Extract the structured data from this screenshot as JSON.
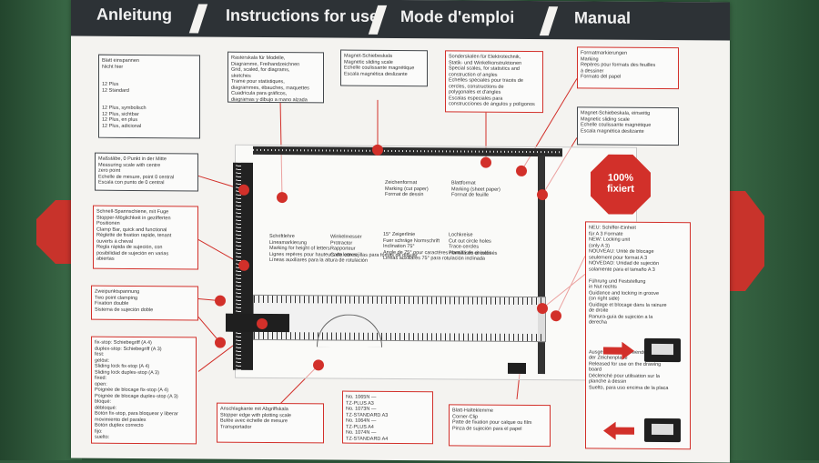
{
  "header": {
    "titles": [
      "Anleitung",
      "Instructions for use",
      "Mode d'emploi",
      "Manual"
    ]
  },
  "badge": {
    "text_line1": "100%",
    "text_line2": "fixiert"
  },
  "board_texts": {
    "top_label": "",
    "format_box": [
      "Zeichenformat",
      "Marking (cut paper)",
      "Format de dessin"
    ],
    "format_box2": [
      "Blattformat",
      "Marking (sheet paper)",
      "Format de feuille"
    ],
    "angle_box": [
      "Schriftlehre",
      "Lineamarkierung",
      "Marking for height of letters",
      "Lignes repères pour hauteurs de lettres",
      "Líneas auxiliares para la altura de rotulación"
    ],
    "protractor_box": [
      "Winkelmesser",
      "Protractor",
      "Rapporteur",
      "Carta con rejillas para fomas de dibujar"
    ],
    "hatch_box": [
      "15° Zeigerlinie",
      "Fuer schräge Normschrift",
      "Inclination 75°",
      "Angle de 75° pour caractères normalisés et inclinés",
      "Lineas auxiliares 75° para rotulación inclinada"
    ],
    "hole_box": [
      "Lochkreise",
      "Cut out circle holes",
      "Trace-cercles",
      "Plantilla de circulos"
    ]
  },
  "callouts": {
    "top_left": [
      "Blatt einspannen",
      "Nicht hier",
      "",
      "",
      "12 Plus",
      "12 Standard",
      "",
      "",
      "12 Plus, symbolisch",
      "12 Plus, sichtbar",
      "12 Plus, en plus",
      "12 Plus, adicional"
    ],
    "top_center_left": [
      "Rasterskala für Modelle,",
      "Diagramme, Freihandzeichnen",
      "Grid, scaled, for diagrams,",
      "sketches",
      "Trame pour statistiques,",
      "diagrammes, ébauches, maquettes",
      "Cuadricula para gráficos,",
      "diagramas y dibujo a mano alzada"
    ],
    "top_center": [
      "Magnet-Schiebeskala",
      "Magnetic sliding scale",
      "Échelle coulissante magnétique",
      "Escala magnética deslizante"
    ],
    "top_center_right": [
      "Sonderskalen für Elektrotechnik,",
      "Statik- und Winkelkonstruktionen",
      "Special scales, for statistics and",
      "construction of angles",
      "Échelles spéciales pour tracés de",
      "cercles, constructions de",
      "polygonales et d'angles",
      "Escalas especiales para",
      "construcciones de ángulos y polígonos"
    ],
    "top_right": [
      "Formatmarkierungen",
      "Marking",
      "Repères pour formats des feuilles",
      "à dessiner",
      "Formato del papel"
    ],
    "right_mid": [
      "Magnet-Schiebeskala, einseitig",
      "Magnetic sliding scale",
      "Échelle coulissante magnétique",
      "Escala magnética deslizante"
    ],
    "left_upper": [
      "Maßstäbe, 0 Punkt in der Mitte",
      "Measuring scale with centre",
      "zero point",
      "Échelle de mesure, point 0 central",
      "Escala con punto de 0 central"
    ],
    "left_mid": [
      "Schnell-Spannschiene, mit Fuge",
      "Stopper-Möglichkeit in gezifferten",
      "Positionen",
      "Clamp Bar, quick and functional",
      "Réglette de fixation rapide, tenant",
      "ouverts à cheval",
      "Regla rápida de sujeción, con",
      "posibilidad de sujeción en varias",
      "abiertas"
    ],
    "left_low": [
      "Zweipunktspannung",
      "Two point clamping",
      "Fixation double",
      "Sistema de sujeción doble"
    ],
    "bottom_left": [
      "fix-stop: Schiebegriff (A 4)",
      "duplex-stop: Schiebegriff (A 3)",
      "fest:",
      "gelöst:",
      "Sliding lock fix-stop (A 4)",
      "Sliding lock duplex-stop (A 3)",
      "fixed:",
      "open:",
      "Poignée de blocage fix-stop (A 4)",
      "Poignée de blocage duplex-stop (A 3)",
      "bloqué:",
      "débloqué:",
      "Botón fix-stop, para bloquear y liberar",
      "movimiento del paralex",
      "Botón duplex correcto",
      "fijo:",
      "suelto:"
    ],
    "bottom_center_left": [
      "Anschlagkante mit Abgriffskala",
      "Stopper edge with plotting scale",
      "Butée avec échelle de mesure",
      "Transportador"
    ],
    "bottom_center": [
      "No. 1065N —",
      "TZ-PLUS A3",
      "No. 1073N —",
      "TZ-STANDARD A3",
      "No. 1064N —",
      "TZ-PLUS A4",
      "No. 1074N —",
      "TZ-STANDARD A4"
    ],
    "bottom_center_right": [
      "Blatt-Halteklemme",
      "Corner-Clip",
      "Patte de fixation pour calque ou film",
      "Pinza de sujeción para el papel"
    ],
    "right_big": [
      "NEU: Schiffer-Einheit",
      "für A 3 Formate",
      "NEW: Locking unit",
      "(only A 3)",
      "NOUVEAU: Unité de blocage",
      "seulement pour format A 3",
      "NOVEDAD: Unidad de sujeción",
      "solamente para el tamaño A 3",
      "",
      "Führung und Feststellung",
      "in Nut rechts",
      "Guidance and locking in groove",
      "(on right side)",
      "Guidage et blocage dans la rainure",
      "de droite",
      "Ranura-guía de sujeción a la",
      "derecha",
      "",
      "",
      "",
      "",
      "Ausgeklinkt zur Verwendung auf",
      "der Zeichenplatte",
      "Released for use on the drawing",
      "board",
      "Déclenché pour utilisation sur la",
      "planche à dessin",
      "Suelto, para uso encima de la placa"
    ]
  }
}
